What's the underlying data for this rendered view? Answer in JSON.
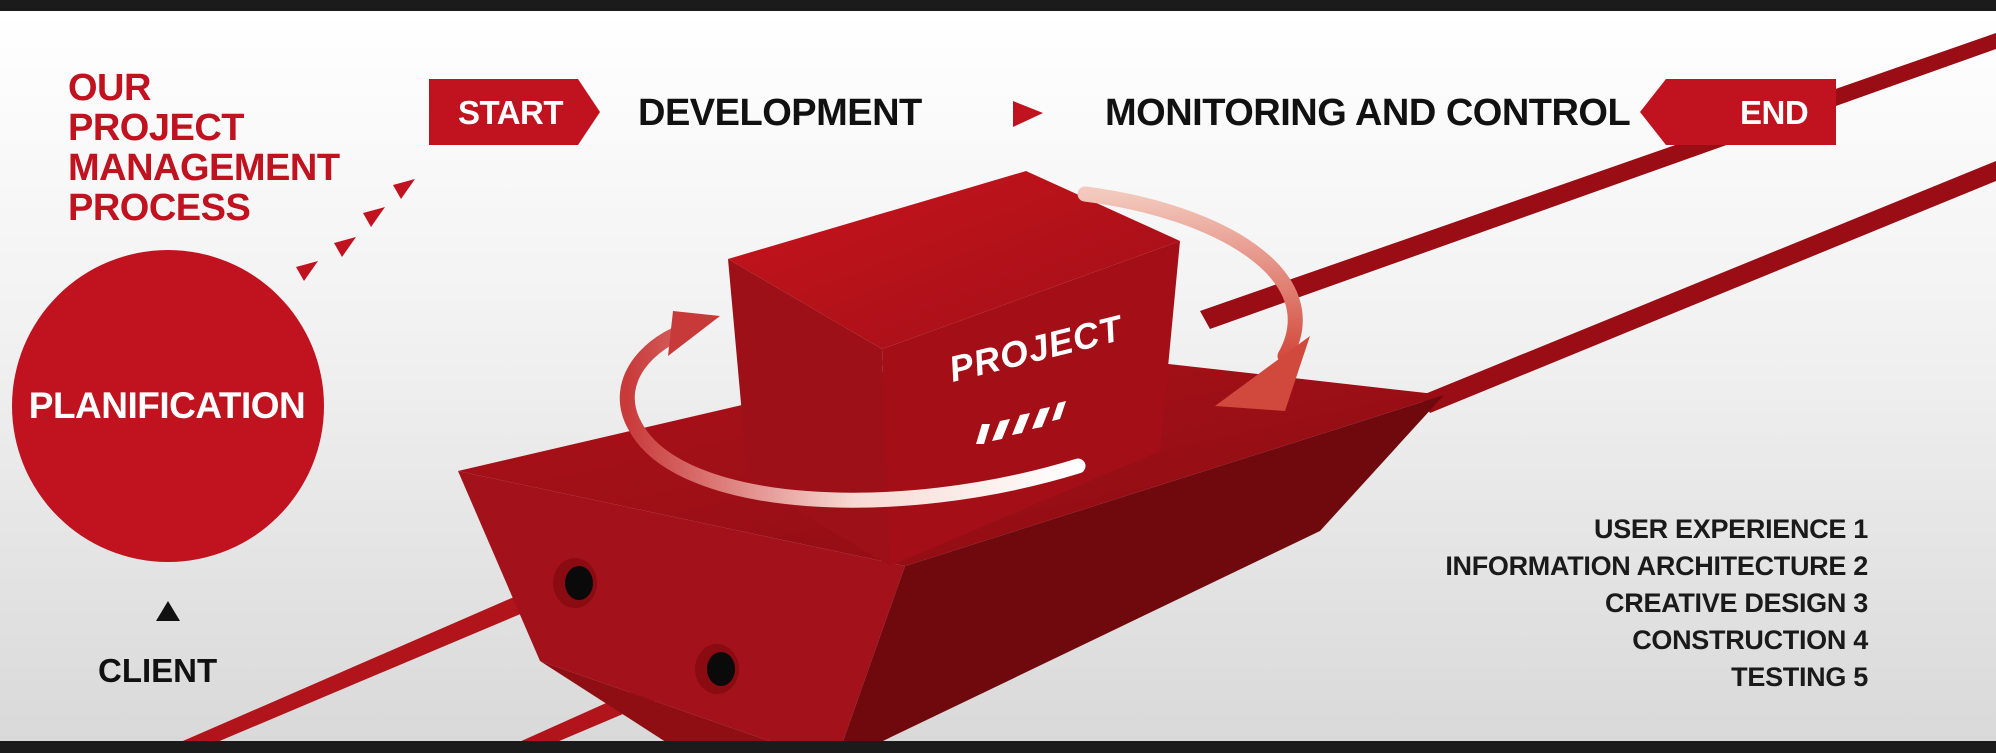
{
  "title": {
    "lines": [
      "OUR",
      "PROJECT",
      "MANAGEMENT",
      "PROCESS"
    ]
  },
  "flow": {
    "start": "START",
    "development": "DEVELOPMENT",
    "monitoring": "MONITORING AND CONTROL",
    "end": "END"
  },
  "planification": "PLANIFICATION",
  "client": "CLIENT",
  "project_label": "PROJECT",
  "phases": [
    "USER EXPERIENCE 1",
    "INFORMATION ARCHITECTURE 2",
    "CREATIVE DESIGN 3",
    "CONSTRUCTION 4",
    "TESTING 5"
  ],
  "colors": {
    "accent": "#c1121f",
    "dark_red": "#7a0a10",
    "text": "#111111",
    "frame": "#1b1b1b"
  }
}
